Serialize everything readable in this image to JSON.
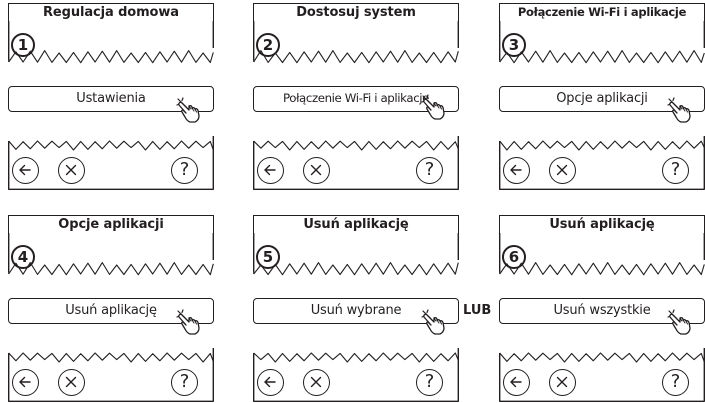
{
  "panels": [
    {
      "title": "Regulacja domowa",
      "step": "1",
      "button": "Ustawienia"
    },
    {
      "title": "Dostosuj system",
      "step": "2",
      "button": "Połączenie Wi-Fi i aplikacje"
    },
    {
      "title": "Połączenie Wi-Fi i aplikacje",
      "step": "3",
      "button": "Opcje aplikacji"
    },
    {
      "title": "Opcje aplikacji",
      "step": "4",
      "button": "Usuń aplikację"
    },
    {
      "title": "Usuń aplikację",
      "step": "5",
      "button": "Usuń wybrane"
    },
    {
      "title": "Usuń aplikację",
      "step": "6",
      "button": "Usuń wszystkie"
    }
  ],
  "help_label": "?",
  "or_label": "LUB",
  "icons": {
    "back": "arrow-left-circle-icon",
    "cancel": "x-circle-icon",
    "help": "question-circle-icon",
    "tap": "tap-hand-icon"
  },
  "colors": {
    "ink": "#231f20",
    "background": "#ffffff"
  }
}
